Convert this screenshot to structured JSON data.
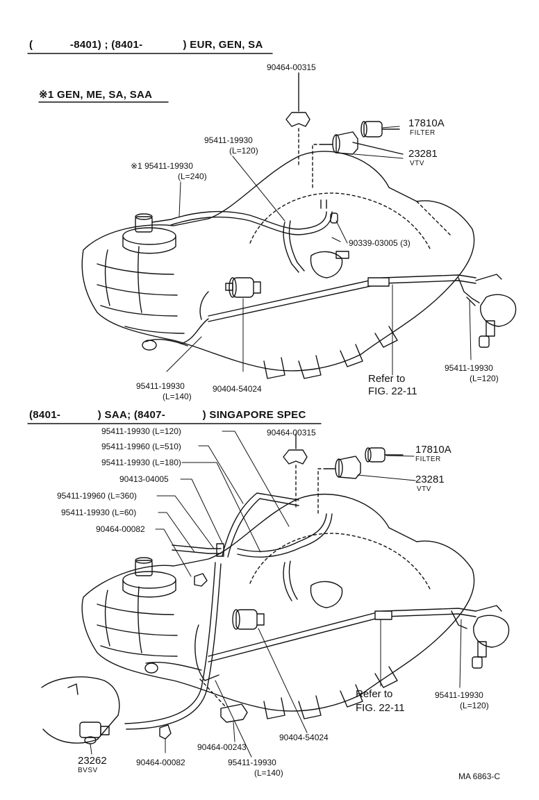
{
  "colors": {
    "ink": "#111111",
    "paper": "#ffffff"
  },
  "top": {
    "header": "(            -8401) ; (8401-             ) EUR, GEN, SA",
    "subheader": "※1 GEN, ME, SA, SAA",
    "labels": {
      "clip_top": "90464-00315",
      "filter_part": "17810A",
      "filter_name": "FILTER",
      "vtv_part": "23281",
      "vtv_name": "VTV",
      "hose_120_part": "95411-19930",
      "hose_120_len": "(L=120)",
      "hose_240_part": "※1  95411-19930",
      "hose_240_len": "(L=240)",
      "union": "90339-03005 (3)",
      "hose_140_part": "95411-19930",
      "hose_140_len": "(L=140)",
      "vacuum_part": "90404-54024",
      "refer_1": "Refer to",
      "refer_2": "FIG. 22-11",
      "right_hose_part": "95411-19930",
      "right_hose_len": "(L=120)"
    }
  },
  "bottom": {
    "header": "(8401-            ) SAA; (8407-            ) SINGAPORE  SPEC",
    "labels": {
      "l1": "95411-19930 (L=120)",
      "l2": "95411-19960 (L=510)",
      "l3": "95411-19930 (L=180)",
      "l4": "90413-04005",
      "l5": "95411-19960 (L=360)",
      "l6": "95411-19930 (L=60)",
      "l7": "90464-00082",
      "clip_top": "90464-00315",
      "filter_part": "17810A",
      "filter_name": "FILTER",
      "vtv_part": "23281",
      "vtv_name": "VTV",
      "refer_1": "Refer to",
      "refer_2": "FIG. 22-11",
      "right_hose_part": "95411-19930",
      "right_hose_len": "(L=120)",
      "vacuum_part": "90404-54024",
      "clip_mid": "90464-00243",
      "hose_140_part": "95411-19930",
      "hose_140_len": "(L=140)",
      "bvsv_part": "23262",
      "bvsv_name": "BVSV",
      "clip_bottom": "90464-00082"
    }
  },
  "drawing_code": "MA  6863-C"
}
